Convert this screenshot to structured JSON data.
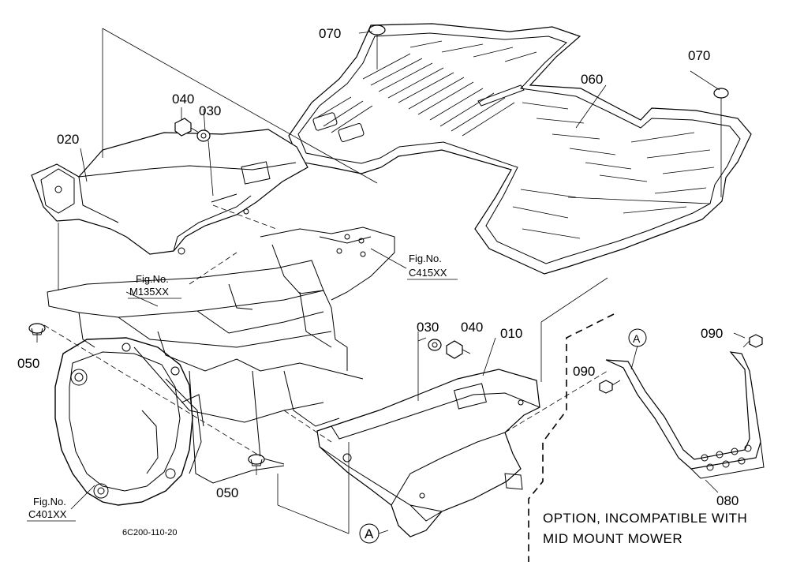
{
  "parts": {
    "p010": "010",
    "p020": "020",
    "p030a": "030",
    "p030b": "030",
    "p040a": "040",
    "p040b": "040",
    "p050a": "050",
    "p050b": "050",
    "p060": "060",
    "p070a": "070",
    "p070b": "070",
    "p080": "080",
    "p090a": "090",
    "p090b": "090"
  },
  "figrefs": {
    "m135_label": "Fig.No.",
    "m135_code": "M135XX",
    "c415_label": "Fig.No.",
    "c415_code": "C415XX",
    "c401_label": "Fig.No.",
    "c401_code": "C401XX"
  },
  "callout": {
    "a1": "A",
    "a2": "A"
  },
  "option_note": {
    "line1": "OPTION, INCOMPATIBLE WITH",
    "line2": "MID MOUNT MOWER"
  },
  "diagram_code": "6C200-110-20"
}
